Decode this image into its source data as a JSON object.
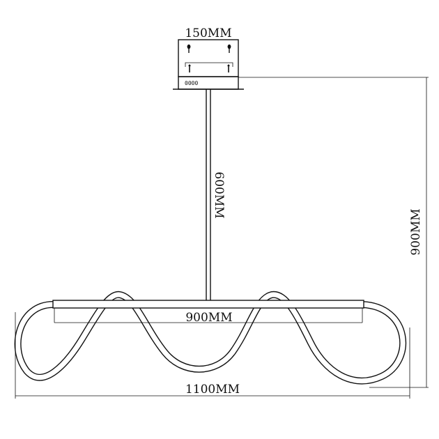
{
  "dimensions": {
    "canopy_width": "150MM",
    "rod_length": "600MM",
    "bar_length": "900MM",
    "total_height": "900MM",
    "total_width": "1100MM"
  },
  "canopy": {
    "connector_label": "0000"
  }
}
